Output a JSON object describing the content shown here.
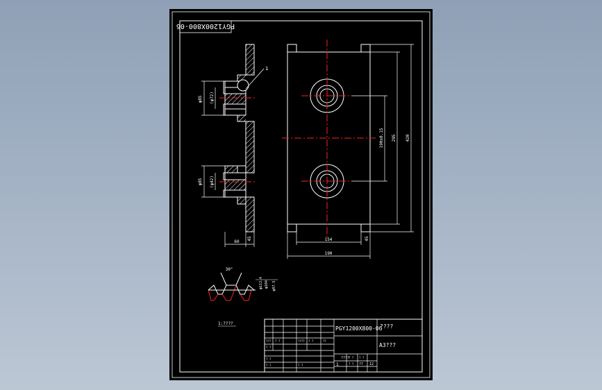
{
  "drawing": {
    "code_stamp": "PGY1200X800-06",
    "part_mark": "1",
    "dims": {
      "d_upper": "φ85",
      "d_upper_inner": "(φ72)",
      "d_lower": "φ85",
      "d_lower_inner": "(φ42)",
      "w_60": "60",
      "w_45": "45",
      "w_154": "154",
      "w_190": "190",
      "w_45r": "45",
      "h_190": "190±0.15",
      "h_295": "295",
      "h_420": "420"
    },
    "gear_detail": {
      "angle": "30°",
      "d1": "φ113.4",
      "d2": "φ104",
      "d3": "φ97.5"
    },
    "scale_note": "1:????"
  },
  "title_block": {
    "drawing_no": "PGY1200X800-06",
    "name": "????",
    "material": "A3???",
    "cells": [
      "???",
      "? ?",
      "????",
      "? ?",
      "??"
    ],
    "rows": [
      "? ?",
      "? ?",
      "? ?",
      "? ?"
    ],
    "sheet_info": [
      "????",
      "? ?",
      "? ?"
    ],
    "scale_row": [
      "1",
      "? ?",
      "??",
      "12"
    ]
  },
  "colors": {
    "line": "#ffffff",
    "center": "#ff2020",
    "hatch": "#ffffff",
    "bg": "#000000"
  }
}
